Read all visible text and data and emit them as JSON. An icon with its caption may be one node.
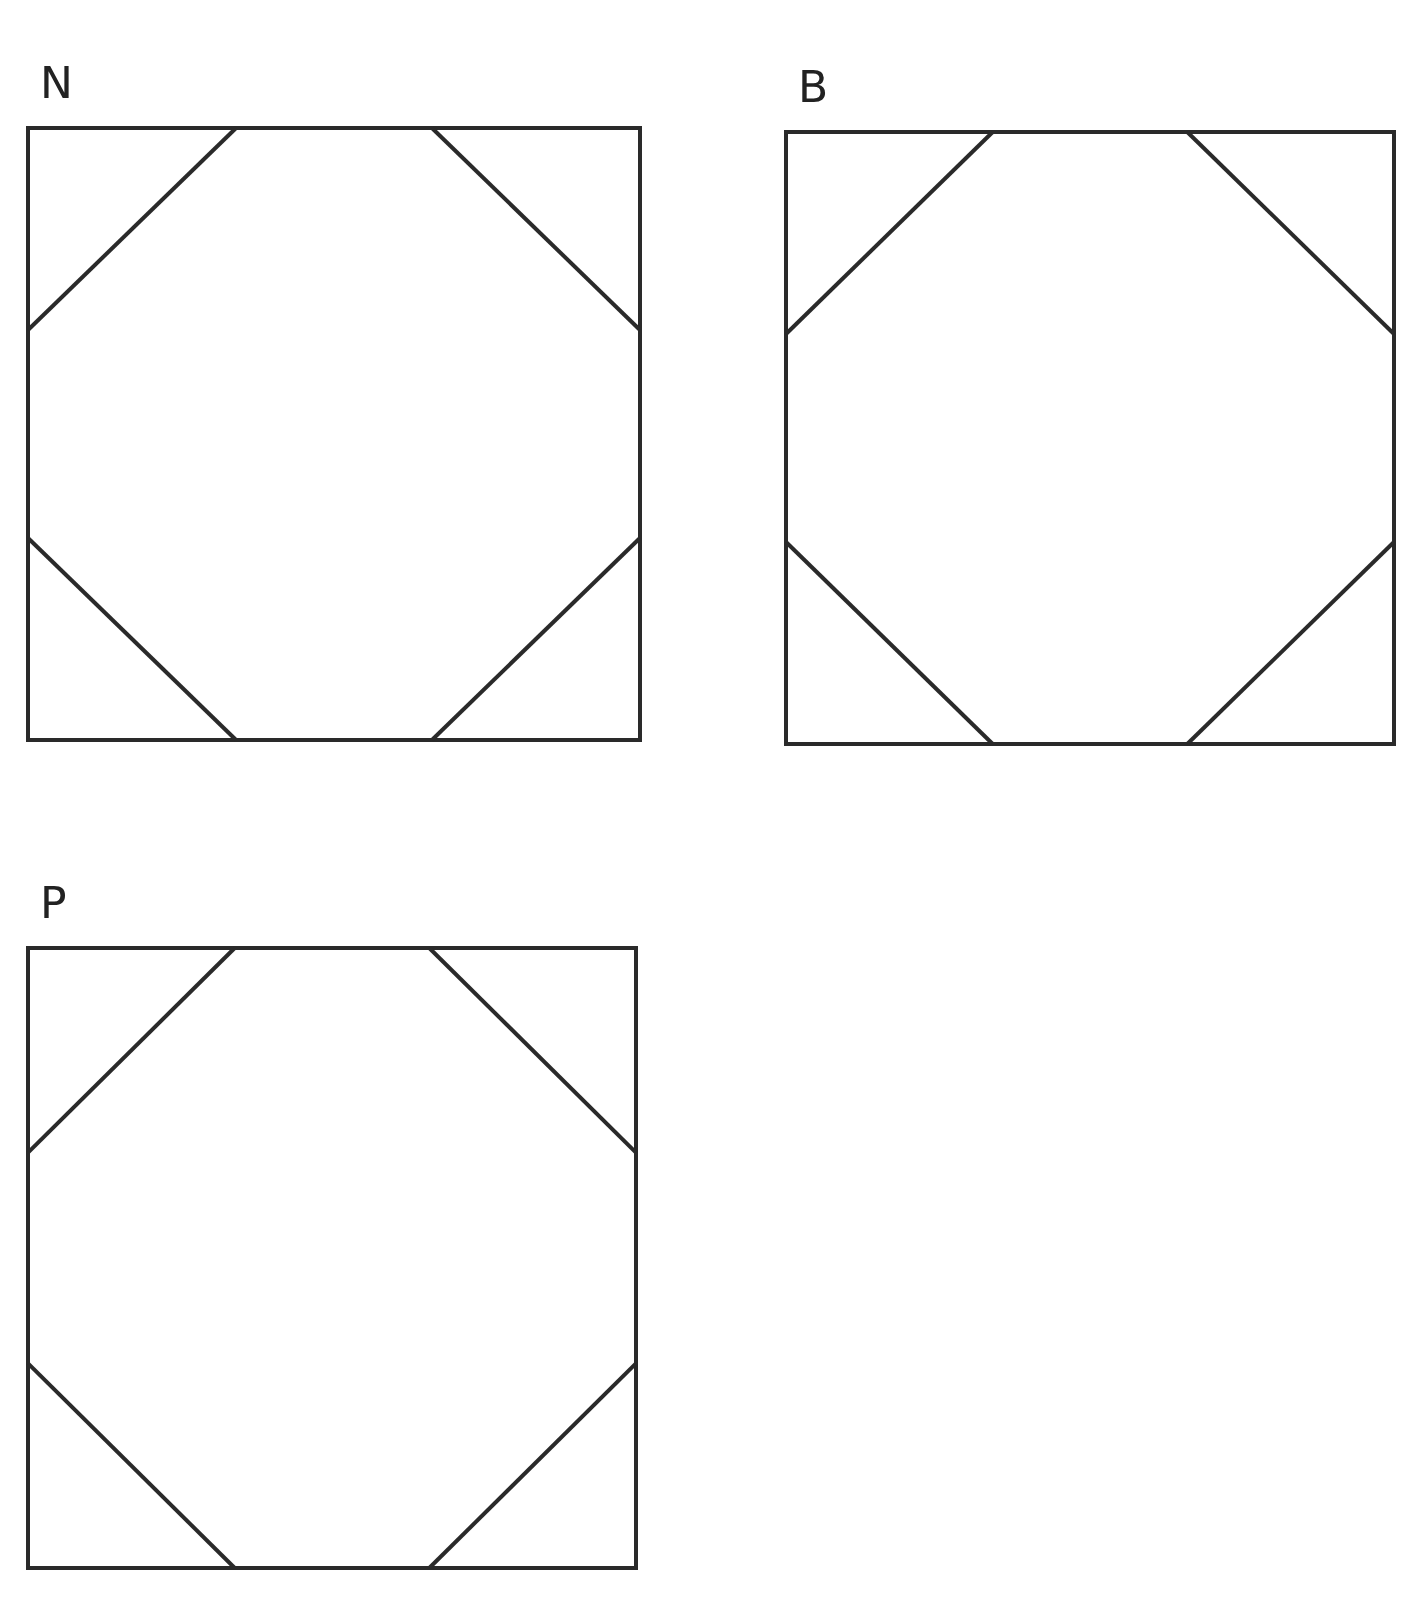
{
  "diagram": {
    "nodes": [
      {
        "text": [
          "N"
        ]
      },
      {
        "text": [
          "B"
        ]
      },
      {
        "text": [
          "P"
        ]
      }
    ]
  }
}
